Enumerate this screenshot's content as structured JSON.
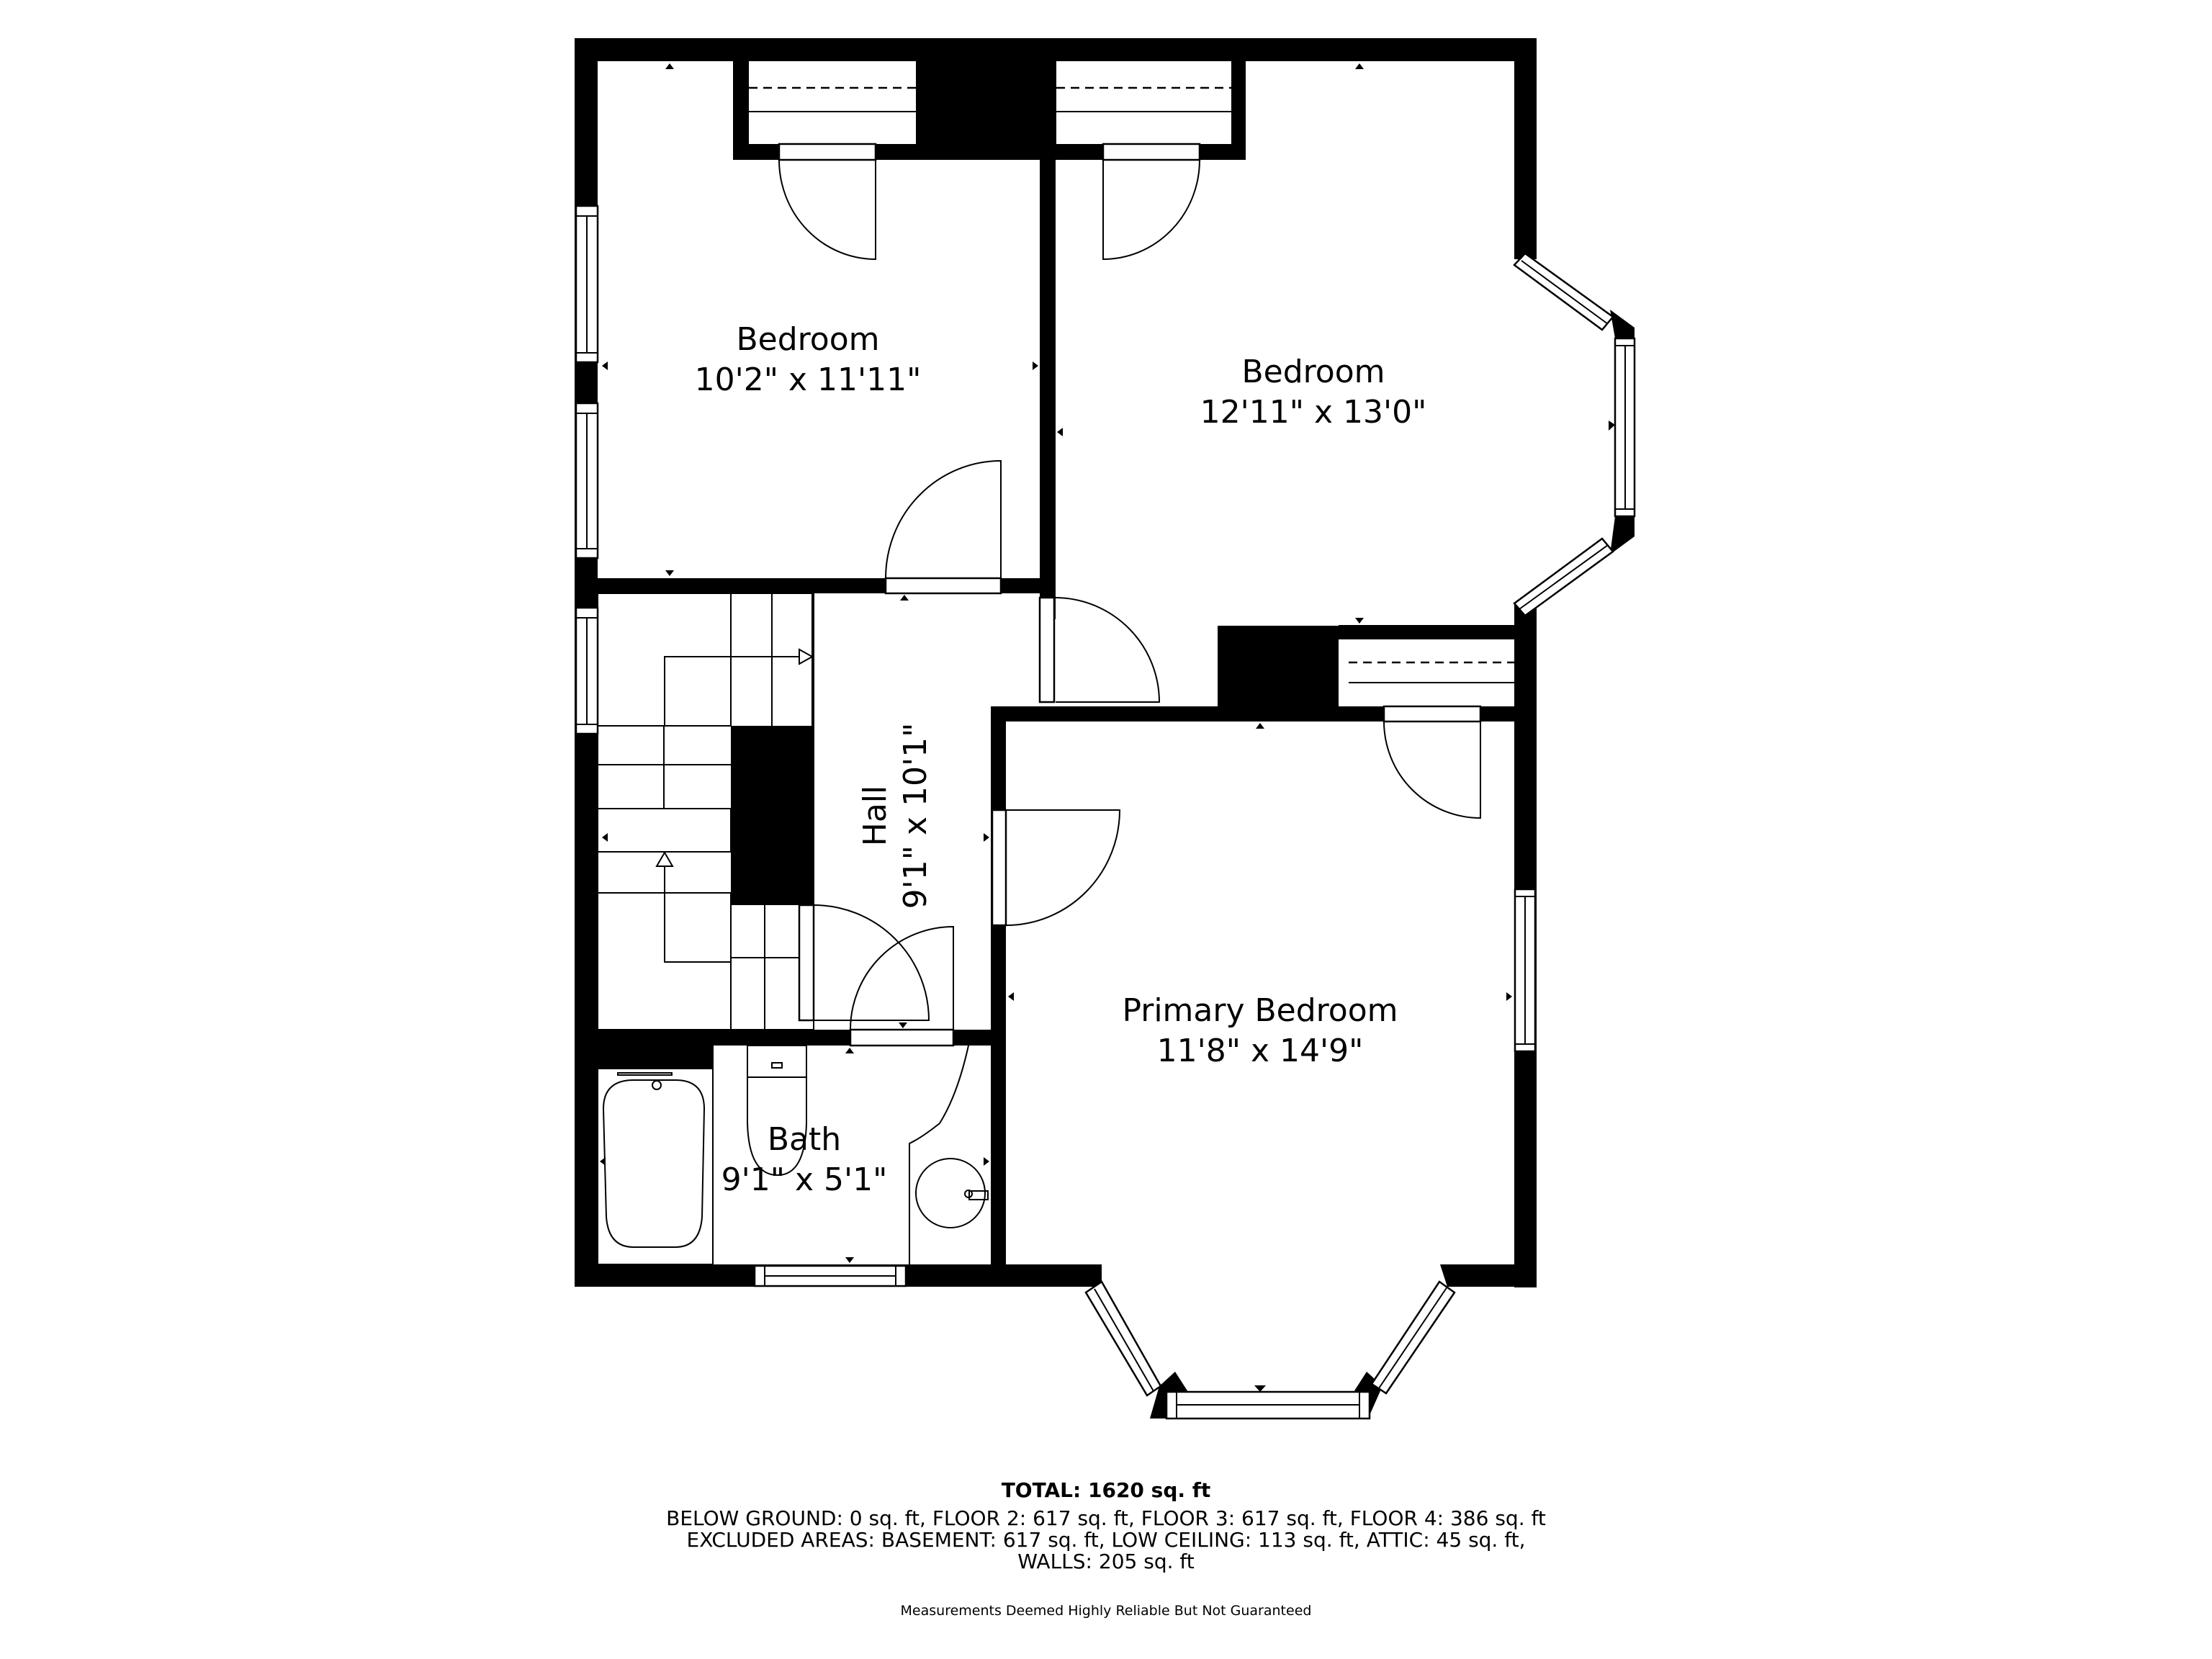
{
  "floor_plan": {
    "rooms": [
      {
        "id": "bedroom-1",
        "name": "Bedroom",
        "dimensions": "10'2\" x 11'11\""
      },
      {
        "id": "bedroom-2",
        "name": "Bedroom",
        "dimensions": "12'11\" x 13'0\""
      },
      {
        "id": "hall",
        "name": "Hall",
        "dimensions": "9'1\" x 10'1\""
      },
      {
        "id": "primary-bedroom",
        "name": "Primary Bedroom",
        "dimensions": "11'8\" x 14'9\""
      },
      {
        "id": "bath",
        "name": "Bath",
        "dimensions": "9'1\" x 5'1\""
      }
    ],
    "colors": {
      "wall": "#000000",
      "background": "#ffffff"
    }
  },
  "footer": {
    "total": "TOTAL: 1620 sq. ft",
    "line1": "BELOW GROUND: 0 sq. ft, FLOOR 2: 617 sq. ft, FLOOR 3: 617 sq. ft, FLOOR 4: 386 sq. ft",
    "line2": "EXCLUDED AREAS: BASEMENT: 617 sq. ft, LOW CEILING: 113 sq. ft, ATTIC: 45 sq. ft,",
    "line3": "WALLS: 205 sq. ft",
    "disclaimer": "Measurements Deemed Highly Reliable But Not Guaranteed"
  }
}
